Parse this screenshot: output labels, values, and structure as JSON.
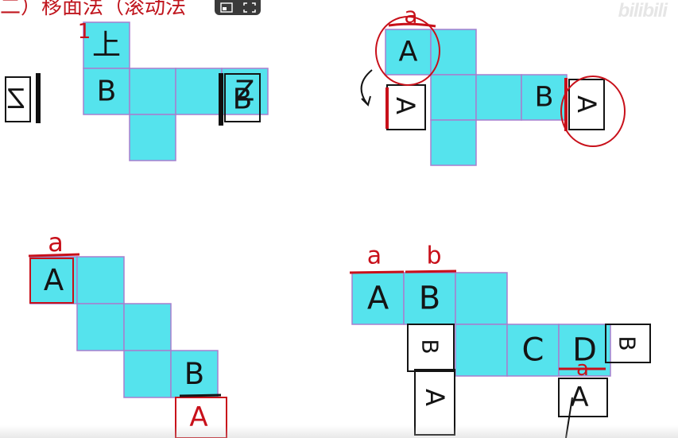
{
  "video": {
    "watermark_text": "bilibili",
    "controls": [
      {
        "name": "picture-in-picture-icon",
        "interactable": true
      },
      {
        "name": "fullscreen-icon",
        "interactable": true
      }
    ]
  },
  "heading": {
    "visible_text": "二）移面法（滚动法"
  },
  "colors": {
    "cell_fill": "#55e3ed",
    "cell_border": "#a77fcf",
    "ink_black": "#141414",
    "ink_red": "#c8101a",
    "thick_edge": "#101010"
  },
  "diagrams": [
    {
      "id": "net-top-left",
      "cells": [
        {
          "row": 0,
          "col": 1,
          "label": "上"
        },
        {
          "row": 1,
          "col": 1,
          "label": "B"
        },
        {
          "row": 1,
          "col": 2,
          "label": ""
        },
        {
          "row": 1,
          "col": 3,
          "label": ""
        },
        {
          "row": 1,
          "col": 4,
          "label": "Z"
        },
        {
          "row": 2,
          "col": 2,
          "label": ""
        }
      ],
      "annotations": [
        {
          "label": "Z",
          "color": "black",
          "mirrored": true
        },
        {
          "label": "B",
          "color": "black"
        },
        {
          "label": "1",
          "color": "red"
        }
      ]
    },
    {
      "id": "net-top-right",
      "cells": [
        {
          "row": 0,
          "col": 0,
          "label": "A"
        },
        {
          "row": 0,
          "col": 1,
          "label": ""
        },
        {
          "row": 1,
          "col": 1,
          "label": ""
        },
        {
          "row": 1,
          "col": 2,
          "label": ""
        },
        {
          "row": 1,
          "col": 3,
          "label": "B"
        },
        {
          "row": 2,
          "col": 1,
          "label": ""
        }
      ],
      "annotations": [
        {
          "label": "a",
          "color": "red"
        },
        {
          "label": "A",
          "color": "black",
          "rotated": true
        },
        {
          "label": "A",
          "color": "black",
          "rotated": true
        }
      ]
    },
    {
      "id": "net-bottom-left",
      "cells": [
        {
          "row": 0,
          "col": 0,
          "label": "A"
        },
        {
          "row": 0,
          "col": 1,
          "label": ""
        },
        {
          "row": 1,
          "col": 1,
          "label": ""
        },
        {
          "row": 1,
          "col": 2,
          "label": ""
        },
        {
          "row": 2,
          "col": 2,
          "label": ""
        },
        {
          "row": 2,
          "col": 3,
          "label": "B"
        }
      ],
      "annotations": [
        {
          "label": "a",
          "color": "red"
        },
        {
          "label": "A",
          "color": "red"
        }
      ]
    },
    {
      "id": "net-bottom-right",
      "cells": [
        {
          "row": 0,
          "col": 0,
          "label": "A"
        },
        {
          "row": 0,
          "col": 1,
          "label": "B"
        },
        {
          "row": 0,
          "col": 2,
          "label": ""
        },
        {
          "row": 1,
          "col": 2,
          "label": ""
        },
        {
          "row": 1,
          "col": 3,
          "label": "C"
        },
        {
          "row": 1,
          "col": 4,
          "label": "D"
        }
      ],
      "annotations": [
        {
          "label": "a",
          "color": "red"
        },
        {
          "label": "b",
          "color": "red"
        },
        {
          "label": "B",
          "color": "black",
          "rotated": true
        },
        {
          "label": "A",
          "color": "black",
          "rotated": true
        },
        {
          "label": "B",
          "color": "black",
          "rotated": true
        },
        {
          "label": "a",
          "color": "red"
        },
        {
          "label": "A",
          "color": "black"
        }
      ]
    }
  ]
}
